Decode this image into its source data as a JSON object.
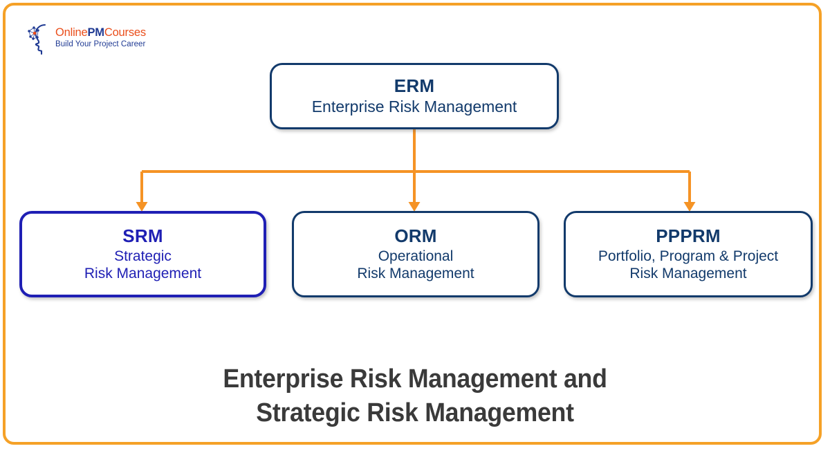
{
  "frame": {
    "accent_color": "#F5A127"
  },
  "logo": {
    "name": "online-pm-courses-logo",
    "word1": "Online",
    "word2": "PM",
    "word3": "Courses",
    "tagline": "Build Your Project Career",
    "brand_orange": "#EA4E1B",
    "brand_navy": "#1F3A93"
  },
  "diagram": {
    "type": "hierarchy",
    "root": {
      "id": "erm",
      "code": "ERM",
      "description": "Enterprise Risk Management",
      "border_color": "#123A6B",
      "text_color": "#123A6B"
    },
    "children": [
      {
        "id": "srm",
        "code": "SRM",
        "description_line1": "Strategic",
        "description_line2": "Risk Management",
        "border_color": "#1F1FB4",
        "text_color": "#1F1FB4",
        "highlighted": true
      },
      {
        "id": "orm",
        "code": "ORM",
        "description_line1": "Operational",
        "description_line2": "Risk Management",
        "border_color": "#123A6B",
        "text_color": "#123A6B",
        "highlighted": false
      },
      {
        "id": "ppprm",
        "code": "PPPRM",
        "description_line1": "Portfolio, Program & Project",
        "description_line2": "Risk Management",
        "border_color": "#123A6B",
        "text_color": "#123A6B",
        "highlighted": false
      }
    ],
    "connector_color": "#F59325"
  },
  "caption": {
    "line1": "Enterprise Risk Management and",
    "line2": "Strategic Risk Management",
    "color": "#3A3A3A"
  }
}
